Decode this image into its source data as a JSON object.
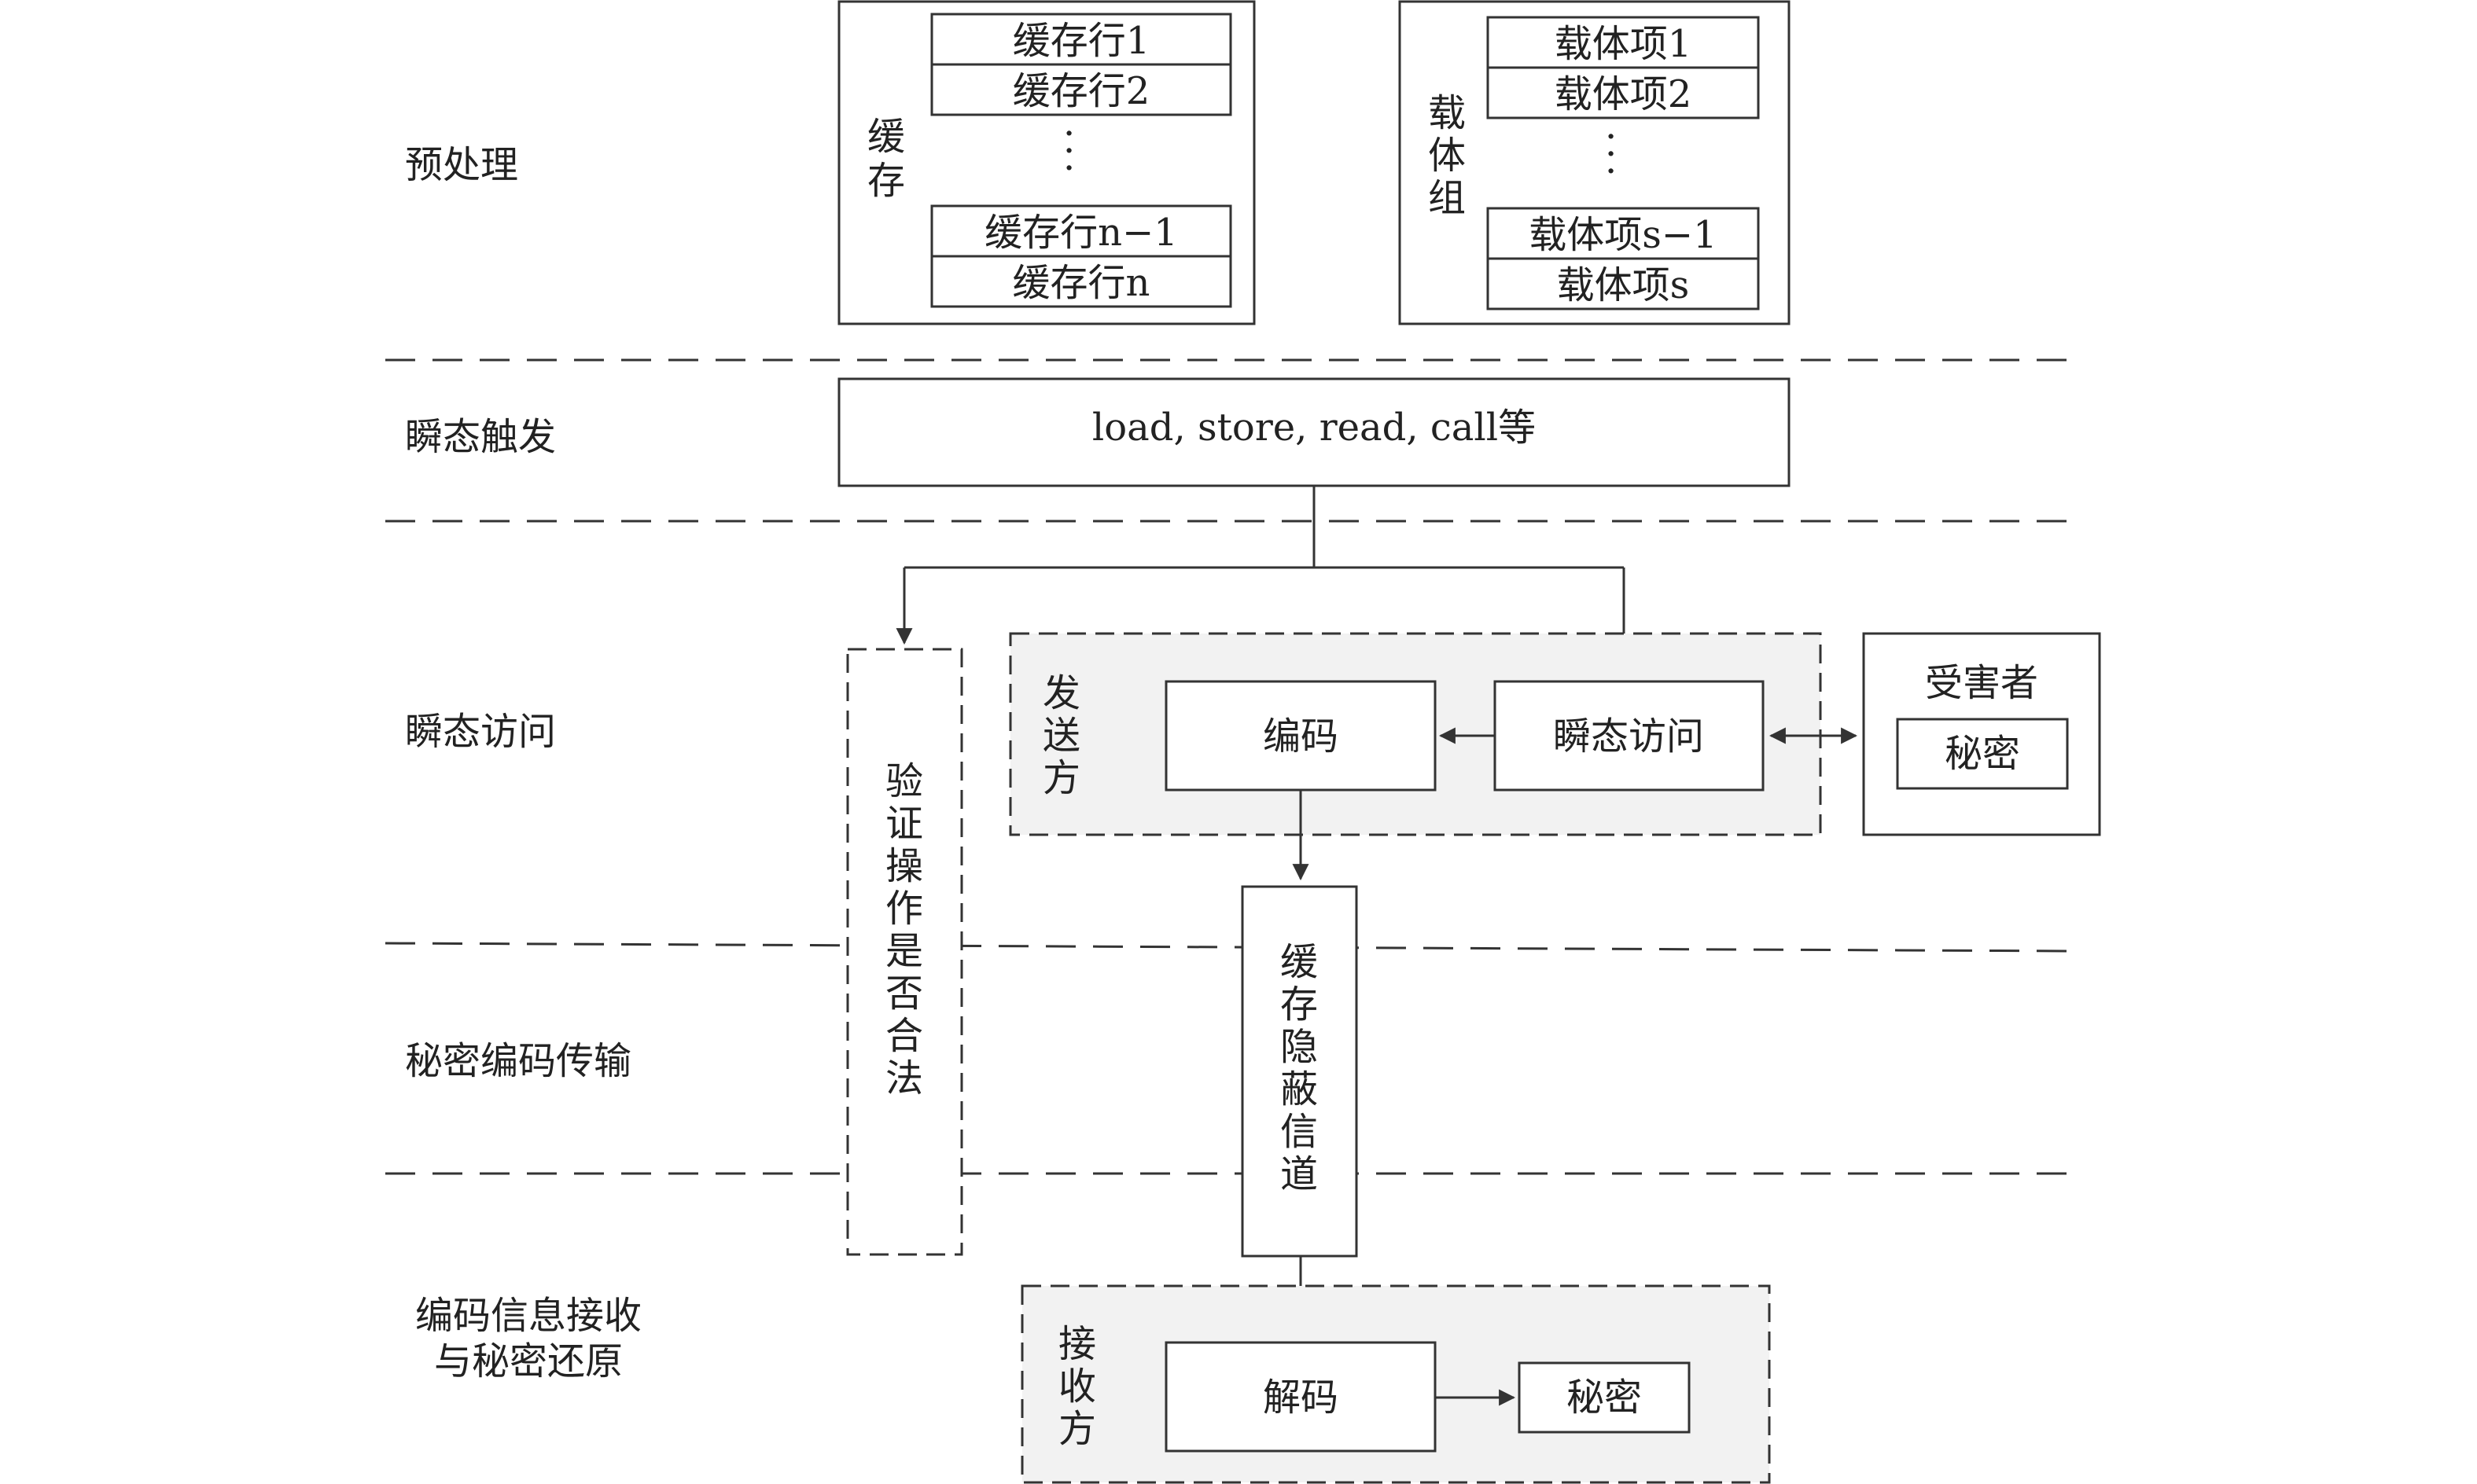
{
  "stages": [
    "预处理",
    "瞬态触发",
    "瞬态访问",
    "秘密编码传输",
    "编码信息接收",
    "与秘密还原"
  ],
  "cache": {
    "label": [
      "缓",
      "存"
    ],
    "rows": [
      "缓存行1",
      "缓存行2",
      "缓存行n−1",
      "缓存行n"
    ]
  },
  "carrier": {
    "label": [
      "载",
      "体",
      "组"
    ],
    "items": [
      "载体项1",
      "载体项2",
      "载体项s−1",
      "载体项s"
    ]
  },
  "trigger_text": "load, store, read, call等",
  "verify_label": [
    "验",
    "证",
    "操",
    "作",
    "是",
    "否",
    "合",
    "法"
  ],
  "sender": {
    "label": [
      "发",
      "送",
      "方"
    ],
    "encode": "编码",
    "transient_access": "瞬态访问"
  },
  "victim": {
    "title": "受害者",
    "secret": "秘密"
  },
  "channel_label": [
    "缓",
    "存",
    "隐",
    "蔽",
    "信",
    "道"
  ],
  "receiver": {
    "label": [
      "接",
      "收",
      "方"
    ],
    "decode": "解码",
    "secret": "秘密"
  }
}
